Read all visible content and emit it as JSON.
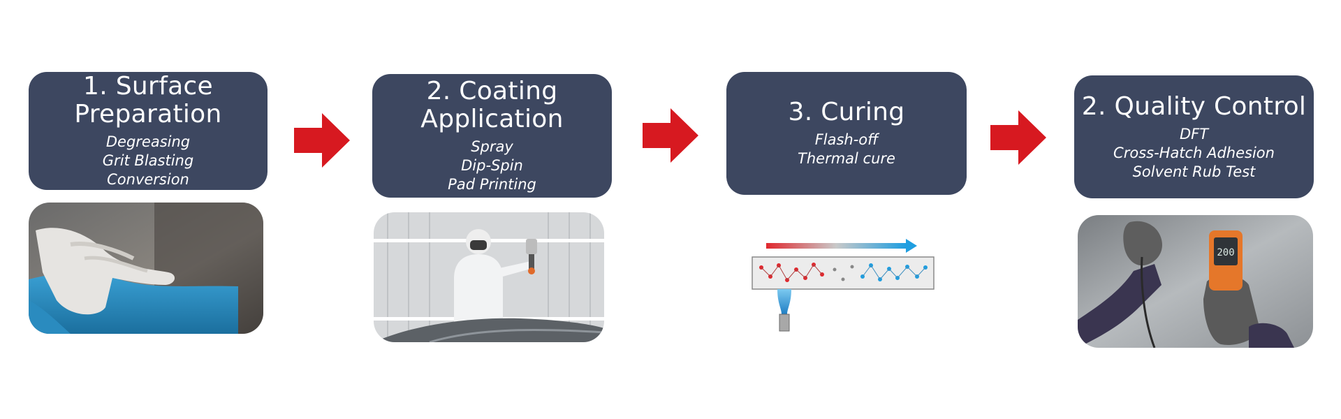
{
  "steps": [
    {
      "title": "1. Surface Preparation",
      "items": [
        "Degreasing",
        "Grit Blasting",
        "Conversion"
      ],
      "image_icon": "gloved-hand-wiping-icon"
    },
    {
      "title": "2. Coating Application",
      "items": [
        "Spray",
        "Dip-Spin",
        "Pad Printing"
      ],
      "image_icon": "spray-painter-icon"
    },
    {
      "title": "3. Curing",
      "items": [
        "Flash-off",
        "Thermal cure"
      ],
      "image_icon": "curing-heat-icon"
    },
    {
      "title": "2. Quality Control",
      "items": [
        "DFT",
        "Cross-Hatch Adhesion",
        "Solvent Rub Test"
      ],
      "image_icon": "thickness-gauge-icon"
    }
  ],
  "gauge_reading": "200",
  "colors": {
    "box": "#3d4760",
    "arrow": "#d71920",
    "hot": "#e0282e",
    "cold": "#1f9ee0"
  }
}
